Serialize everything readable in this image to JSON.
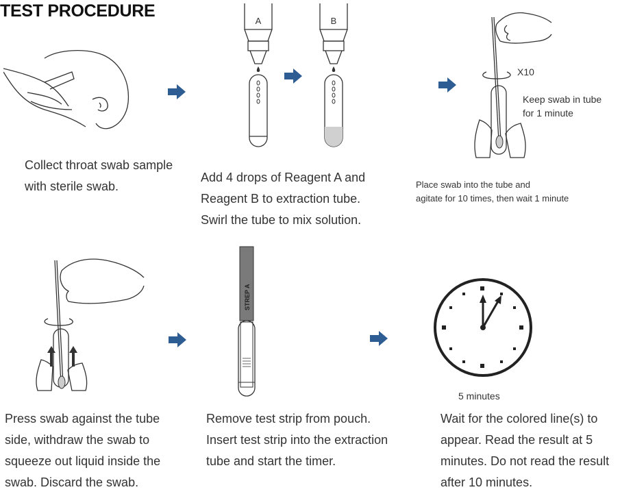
{
  "title": "TEST PROCEDURE",
  "steps": [
    {
      "caption": "Collect throat swab sample\nwith sterile swab."
    },
    {
      "caption": "Add 4 drops of Reagent A and\nReagent B to extraction tube.\nSwirl the tube to mix solution.",
      "bottle_a": "A",
      "bottle_b": "B"
    },
    {
      "caption": "Place swab into the tube and\nagitate for 10 times, then wait 1 minute",
      "times_label": "X10",
      "note": "Keep swab in tube\nfor 1 minute"
    },
    {
      "caption": "Press swab against the tube\nside, withdraw the swab to\nsqueeze out liquid inside the\nswab. Discard the swab."
    },
    {
      "caption": "Remove test strip from pouch.\nInsert test strip into the extraction\ntube and start the timer.",
      "strip_label": "STREP A"
    },
    {
      "caption": "Wait for the colored line(s) to\nappear. Read the result at 5\nminutes. Do not read the result\nafter 10 minutes.",
      "timer_label": "5 minutes"
    }
  ],
  "colors": {
    "arrow": "#2e5d94",
    "strip": "#7a7a7a",
    "line": "#333333"
  }
}
